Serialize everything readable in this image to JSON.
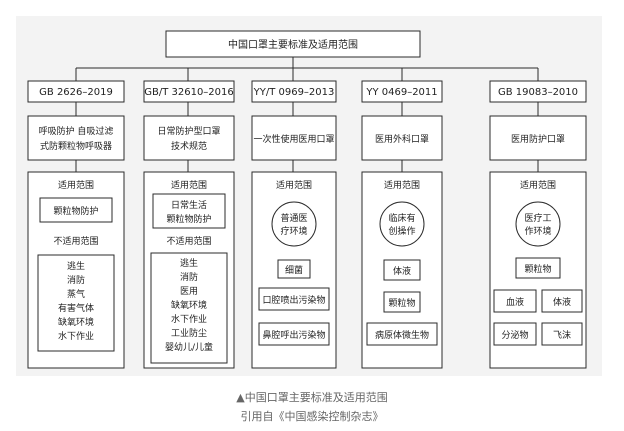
{
  "title": "中国口罩主要标准及适用范围",
  "columns": [
    {
      "standard": "GB 2626–2019",
      "name_lines": [
        "呼吸防护 自吸过滤",
        "式防颗粒物呼吸器"
      ],
      "scope_label": "适用范围",
      "applicable": [
        "颗粒物防护"
      ],
      "not_label": "不适用范围",
      "not_applicable": [
        "逃生",
        "消防",
        "蒸气",
        "有害气体",
        "缺氧环境",
        "水下作业"
      ]
    },
    {
      "standard": "GB/T 32610–2016",
      "name_lines": [
        "日常防护型口罩",
        "技术规范"
      ],
      "scope_label": "适用范围",
      "applicable": [
        "日常生活",
        "颗粒物防护"
      ],
      "not_label": "不适用范围",
      "not_applicable": [
        "逃生",
        "消防",
        "医用",
        "缺氧环境",
        "水下作业",
        "工业防尘",
        "婴幼儿/儿童"
      ]
    },
    {
      "standard": "YY/T 0969–2013",
      "name_lines": [
        "一次性使用医用口罩"
      ],
      "scope_label": "适用范围",
      "env_lines": [
        "普通医",
        "疗环境"
      ],
      "items": [
        "细菌",
        "口腔喷出污染物",
        "鼻腔呼出污染物"
      ]
    },
    {
      "standard": "YY 0469–2011",
      "name_lines": [
        "医用外科口罩"
      ],
      "scope_label": "适用范围",
      "env_lines": [
        "临床有",
        "创操作"
      ],
      "items": [
        "体液",
        "颗粒物",
        "病原体微生物"
      ]
    },
    {
      "standard": "GB 19083–2010",
      "name_lines": [
        "医用防护口罩"
      ],
      "scope_label": "适用范围",
      "env_lines": [
        "医疗工",
        "作环境"
      ],
      "items": [
        "颗粒物",
        "血液",
        "体液",
        "分泌物",
        "飞沫"
      ]
    }
  ],
  "caption": {
    "line1": "▲中国口罩主要标准及适用范围",
    "line2": "引用自《中国感染控制杂志》"
  }
}
